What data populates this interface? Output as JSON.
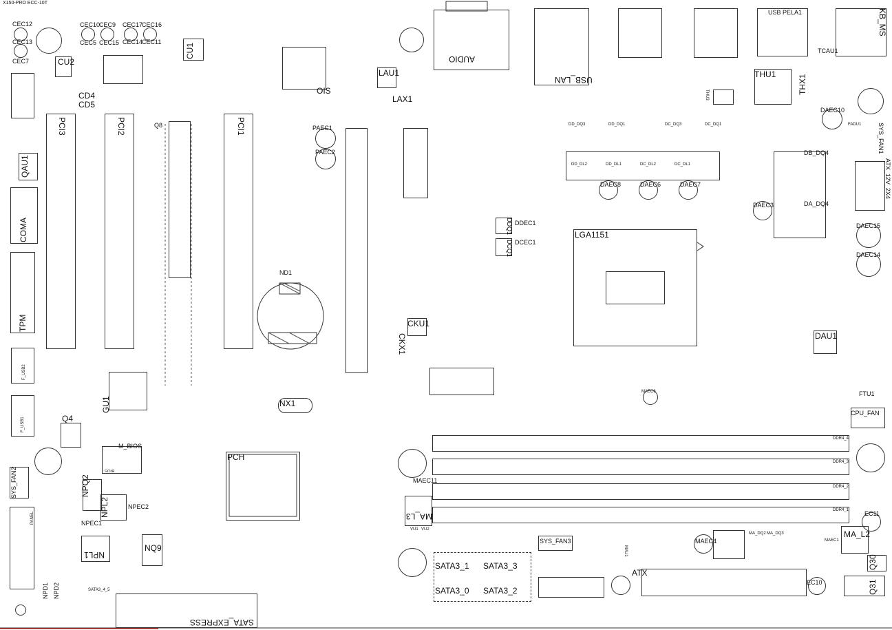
{
  "board_title": "X150-PRO ECC-10T",
  "labels": {
    "cec12": "CEC12",
    "cec13": "CEC13",
    "cec7": "CEC7",
    "cec10": "CEC10",
    "cec9": "CEC9",
    "cec5": "CEC5",
    "cec15": "CEC15",
    "cec17": "CEC17",
    "cec16": "CEC16",
    "cec14": "CEC14",
    "cec11": "CEC11",
    "cu2": "CU2",
    "cu1": "CU1",
    "cd4": "CD4",
    "cd5": "CD5",
    "pci3": "PCI3",
    "pci2": "PCI2",
    "pci1": "PCI1",
    "q8": "Q8",
    "qau1": "QAU1",
    "coma": "COMA",
    "tpm": "TPM",
    "ois": "OIS",
    "audio": "AUDIO",
    "usb_lan": "USB_LAN",
    "lau1": "LAU1",
    "lax1": "LAX1",
    "paec1": "PAEC1",
    "paec2": "PAEC2",
    "thu1": "THU1",
    "thx1": "THX1",
    "thu3": "THU3",
    "tcau1": "TCAU1",
    "kb_ms": "KB_MS",
    "usb_pel": "USB PELA1",
    "daec10": "DAEC10",
    "fadu1": "FADU1",
    "sys_fan1": "SYS_FAN1",
    "atx_12v": "ATX_12V_2X4",
    "daec3": "DAEC3",
    "daec15": "DAEC15",
    "daec14": "DAEC14",
    "daec8": "DAEC8",
    "daec6": "DAEC6",
    "daec7": "DAEC7",
    "ddq1": "DDQ1",
    "ddec1": "DDEC1",
    "dcec1": "DCEC1",
    "dcq1": "DCQ1",
    "lga": "LGA1151",
    "nd1": "ND1",
    "cku1": "CKU1",
    "ckx1": "CKX1",
    "dau1": "DAU1",
    "ftu1": "FTU1",
    "cpu_fan": "CPU_FAN",
    "maec6": "MAEC6",
    "nx1": "NX1",
    "gu1": "GU1",
    "q4": "Q4",
    "m_bios": "M_BIOS",
    "pch": "PCH",
    "sys_fan2": "SYS_FAN2",
    "npq2": "NPQ2",
    "npl2": "NPL2",
    "npec2": "NPEC2",
    "npec1": "NPEC1",
    "npl1": "NPL1",
    "nq9": "NQ9",
    "npd1": "NPD1",
    "npd2": "NPD2",
    "sata3_4_5": "SATA3_4_5",
    "sata_express": "SATA_EXPRESS",
    "maec11": "MAEC11",
    "ma_l3": "MA_L3",
    "sata3_1": "SATA3_1",
    "sata3_3": "SATA3_3",
    "sata3_0": "SATA3_0",
    "sata3_2": "SATA3_2",
    "sys_fan3": "SYS_FAN3",
    "atx": "ATX",
    "maec4": "MAEC4",
    "ma_l2": "MA_L2",
    "maec1": "MAEC1",
    "ec11": "EC11",
    "ec10": "EC10",
    "q30": "Q30",
    "q31": "Q31",
    "dd_dq3": "DD_DQ3",
    "dd_dq1": "DD_DQ1",
    "dc_dq3": "DC_DQ3",
    "dc_dq1": "DC_DQ1",
    "db_dq4": "DB_DQ4",
    "da_dq4": "DA_DQ4",
    "ma_dq2": "MA_DQ2",
    "ma_dq3": "MA_DQ3",
    "dd_dl2": "DD_DL2",
    "dd_dl1": "DD_DL1",
    "dc_dl2": "DC_DL2",
    "dc_dl1": "DC_DL1",
    "ddr4_4": "DDR4_4",
    "ddr4_3": "DDR4_3",
    "ddr4_2": "DDR4_2",
    "ddr4_1": "DDR4_1",
    "f_usb1": "F_USB1",
    "f_usb2": "F_USB2",
    "panel": "PANEL",
    "bios": "BIOS",
    "vu1": "VU1",
    "vu2": "VU2",
    "mau1": "MAU1"
  },
  "colors": {
    "line": "#333333",
    "paper": "#ffffff",
    "accent": "#cc0000"
  }
}
